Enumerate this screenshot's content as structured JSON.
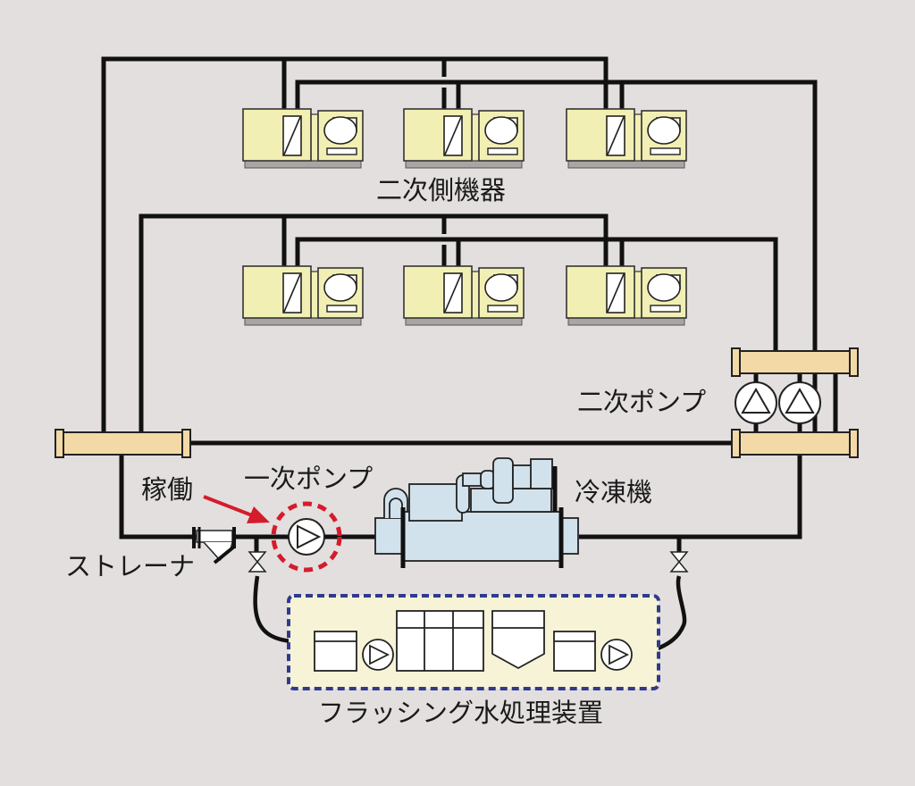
{
  "diagram": {
    "title": "Chilled water system flushing diagram",
    "colors": {
      "background": "#e3dfde",
      "pipe": "#111111",
      "unit_fill": "#f2efb4",
      "unit_base": "#a9a5a4",
      "header_fill": "#f3d9a6",
      "chiller_fill": "#d2e2ec",
      "flush_box_fill": "#f6f3d6",
      "flush_box_border": "#2f3a8f",
      "highlight_red": "#d41c2c"
    },
    "labels": {
      "secondary_equipment": "二次側機器",
      "secondary_pump": "二次ポンプ",
      "primary_pump": "一次ポンプ",
      "operating": "稼働",
      "chiller": "冷凍機",
      "strainer": "ストレーナ",
      "flushing_unit": "フラッシング水処理装置"
    },
    "secondary_units": {
      "upper_row_count": 3,
      "lower_row_count": 3
    },
    "secondary_pump_count": 2,
    "flushing_unit_components": [
      "tank",
      "pump",
      "filter-bank-3",
      "settling-tank",
      "tank",
      "pump"
    ],
    "highlight": {
      "target": "primary_pump",
      "annotation": "稼働"
    }
  }
}
